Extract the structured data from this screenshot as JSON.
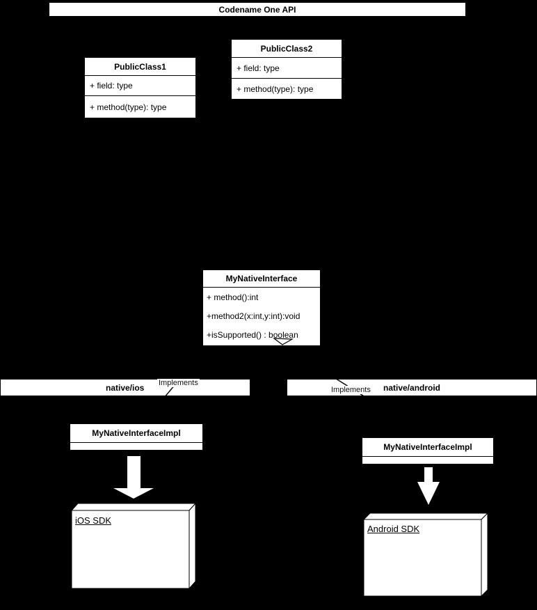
{
  "colors": {
    "background": "#000000",
    "shape_fill": "#ffffff",
    "line": "#000000"
  },
  "system": {
    "label": "Codename One API"
  },
  "classes": [
    {
      "name": "PublicClass1",
      "rows": [
        "+ field: type",
        "+ method(type): type"
      ]
    },
    {
      "name": "PublicClass2",
      "rows": [
        "+ field: type",
        "+ method(type): type"
      ]
    }
  ],
  "interface": {
    "name": "MyNativeInterface",
    "methods": [
      "+ method():int",
      "+method2(x:int,y:int):void",
      "+isSupported() : boolean"
    ]
  },
  "packages": {
    "ios": {
      "name": "native/ios",
      "relation": "Implements"
    },
    "android": {
      "name": "native/android",
      "relation": "Implements"
    }
  },
  "impls": {
    "ios": {
      "name": "MyNativeInterfaceImpl"
    },
    "android": {
      "name": "MyNativeInterfaceImpl"
    }
  },
  "sdks": {
    "ios": {
      "name": "iOS SDK"
    },
    "android": {
      "name": "Android SDK"
    }
  }
}
